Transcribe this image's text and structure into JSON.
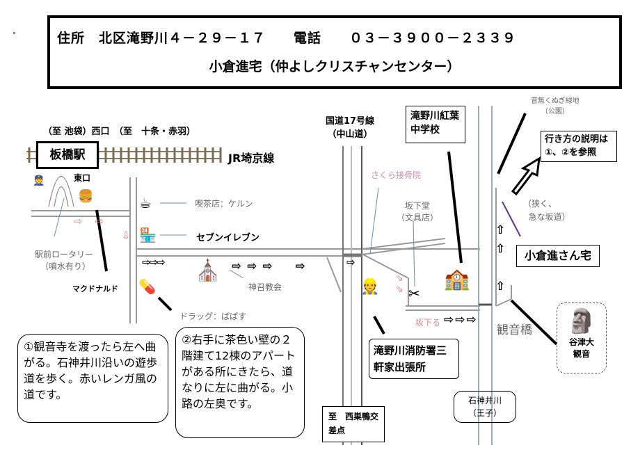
{
  "header": {
    "address_line": "住所　北区滝野川４－２９－１７　　電話　　０３－３９００－２３３９",
    "title_line": "小倉進宅（仲よしクリスチャンセンター）"
  },
  "map": {
    "directions_top": "（至 池袋）西口　（至　十条・赤羽）",
    "station": "板橋駅",
    "railway": "JR埼京線",
    "east_exit": "東口",
    "cafe": "喫茶店：ケルン",
    "convenience": "セブンイレブン",
    "rotary": "駅前ロータリー",
    "rotary_note": "（噴水有り）",
    "mcdonalds": "マクドナルド",
    "church": "神召教会",
    "drugstore": "ドラッグ：ぱぱす",
    "route17": "国道17号線",
    "route17_sub": "（中山道）",
    "sakura": "さくら接骨院",
    "stationery": "坂下堂",
    "stationery_sub": "（文具店）",
    "school": "滝野川紅葉中学校",
    "park": "音無くぬぎ緑地",
    "park_sub": "（公園）",
    "guide": "行き方の説明は①、②を参照",
    "slope": "（狭く、",
    "slope2": "急な坂道）",
    "home": "小倉進さん宅",
    "downhill": "坂下る",
    "bridge": "観音橋",
    "fire_station": "滝野川消防署三軒家出張所",
    "nishisugamo": "至　西巣鴨交差点",
    "river": "石神井川（王子）",
    "daikannon": "谷津大観音"
  },
  "notes": [
    "①観音寺を渡ったら左へ曲がる。石神井川沿いの遊歩道を歩く。赤いレンガ風の道です。",
    "②右手に茶色い壁の２階建て12棟のアパートがある所にきたら、道なりに左に曲がる。小路の左奥です。"
  ]
}
